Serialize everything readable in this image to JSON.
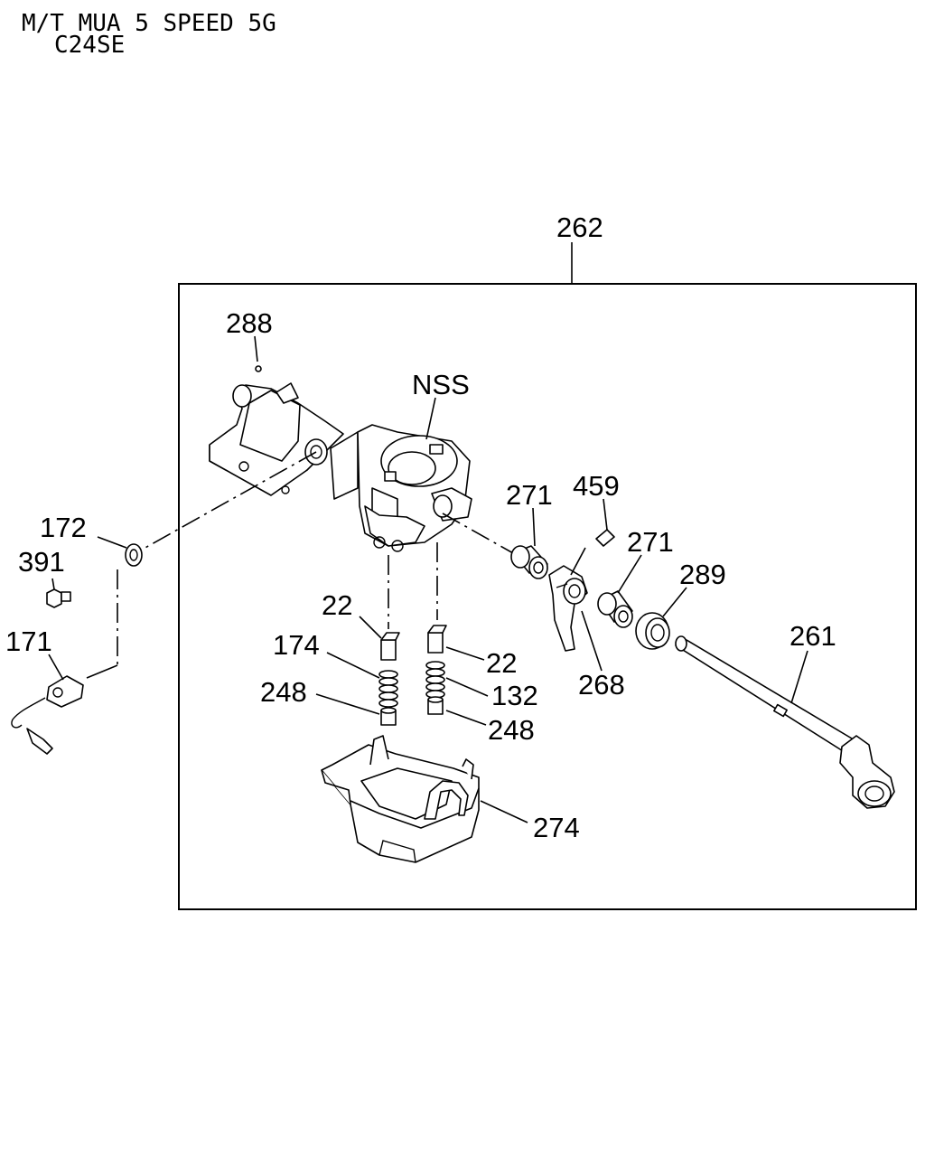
{
  "header": {
    "line1": "M/T MUA 5 SPEED 5G",
    "line2": "C24SE"
  },
  "callouts": {
    "c262": "262",
    "c288": "288",
    "cNSS": "NSS",
    "c172": "172",
    "c391": "391",
    "c171": "171",
    "c271a": "271",
    "c459": "459",
    "c271b": "271",
    "c289": "289",
    "c22a": "22",
    "c174": "174",
    "c248a": "248",
    "c22b": "22",
    "c132": "132",
    "c248b": "248",
    "c268": "268",
    "c261": "261",
    "c274": "274"
  }
}
